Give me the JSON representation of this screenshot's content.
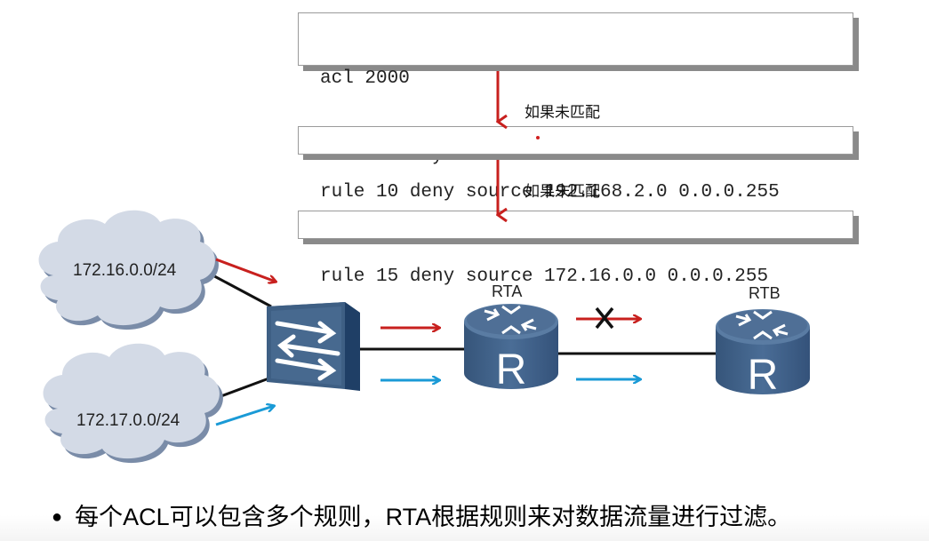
{
  "acl": {
    "box1": {
      "line1": "acl 2000",
      "line2": "rule 5 deny source 192.168.1.0 0.0.0.255"
    },
    "box2": {
      "line1": "rule 10 deny source 192.168.2.0 0.0.0.255"
    },
    "box3": {
      "line1": "rule 15 deny source 172.16.0.0 0.0.0.255"
    },
    "no_match_label_1": "如果未匹配",
    "no_match_label_2": "如果未匹配"
  },
  "network": {
    "cloud_top": "172.16.0.0/24",
    "cloud_bottom": "172.17.0.0/24",
    "router_a": "RTA",
    "router_b": "RTB",
    "router_glyph": "R"
  },
  "colors": {
    "denied_flow": "#c8201e",
    "permitted_flow": "#1a9ad6",
    "device": "#3e5f84",
    "cloud": "#cfd7e3"
  },
  "footer": {
    "bullet": "●",
    "text": "每个ACL可以包含多个规则，RTA根据规则来对数据流量进行过滤。"
  }
}
